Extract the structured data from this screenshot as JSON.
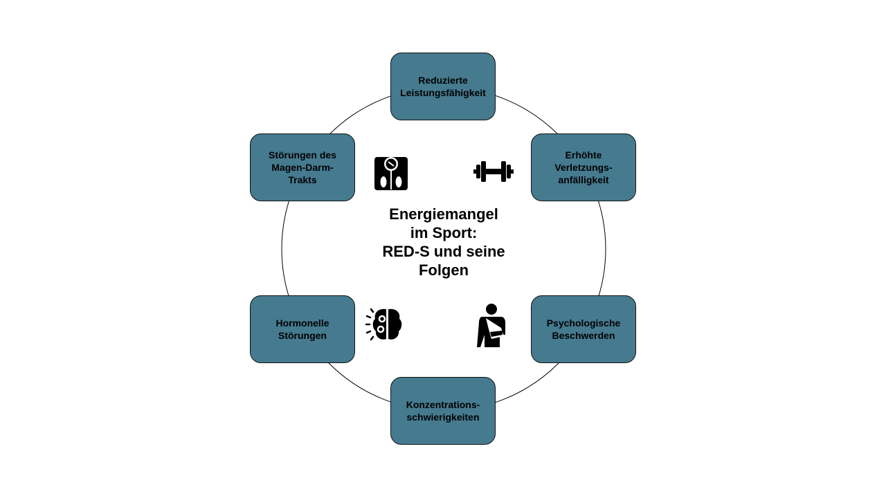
{
  "title": "Energiemangel\nim Sport:\nRED-S und seine\nFolgen",
  "nodes": [
    {
      "label": "Reduzierte\nLeistungsfähigkeit"
    },
    {
      "label": "Erhöhte\nVerletzungs-\nanfälligkeit"
    },
    {
      "label": "Psychologische\nBeschwerden"
    },
    {
      "label": "Konzentrations-\nschwierigkeiten"
    },
    {
      "label": "Hormonelle\nStörungen"
    },
    {
      "label": "Störungen des\nMagen-Darm-\nTrakts"
    }
  ],
  "icons": [
    "scale-icon",
    "dumbbell-icon",
    "brain-gears-icon",
    "arm-sling-icon"
  ],
  "colors": {
    "box": "#457a8f",
    "ring": "#000000"
  }
}
